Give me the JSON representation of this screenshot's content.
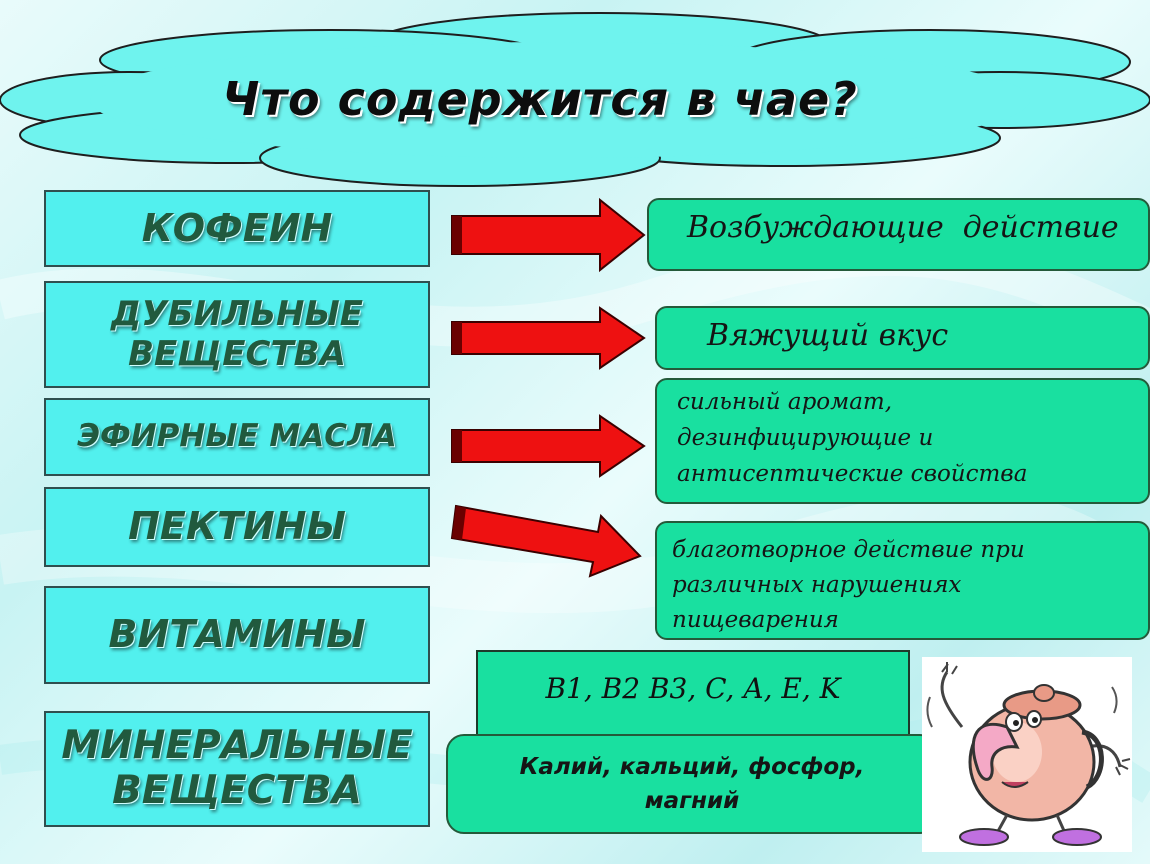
{
  "title": "Что содержится в чае?",
  "components": [
    {
      "name": "КОФЕИН"
    },
    {
      "name": "ДУБИЛЬНЫЕ ВЕЩЕСТВА"
    },
    {
      "name": "ЭФИРНЫЕ МАСЛА"
    },
    {
      "name": "ПЕКТИНЫ"
    },
    {
      "name": "ВИТАМИНЫ"
    },
    {
      "name": "МИНЕРАЛЬНЫЕ ВЕЩЕСТВА"
    }
  ],
  "effects": [
    {
      "text": "Возбуждающие  действие"
    },
    {
      "text": "Вяжущий вкус"
    },
    {
      "text": "сильный аромат, дезинфицирующие и антисептические свойства"
    },
    {
      "text": "благотворное действие при различных нарушениях пищеварения"
    }
  ],
  "vitamins": "B1, B2 B3, C, A, E, K",
  "minerals": "Калий, кальций, фосфор, магний",
  "colors": {
    "left_box": "#52f0ee",
    "right_box": "#19e0a0",
    "arrow": "#ee1111",
    "cloud": "#6ff3ee",
    "title_text": "#0d0d0d"
  },
  "icons": [
    "cloud-shape",
    "red-arrow",
    "teapot-character"
  ]
}
